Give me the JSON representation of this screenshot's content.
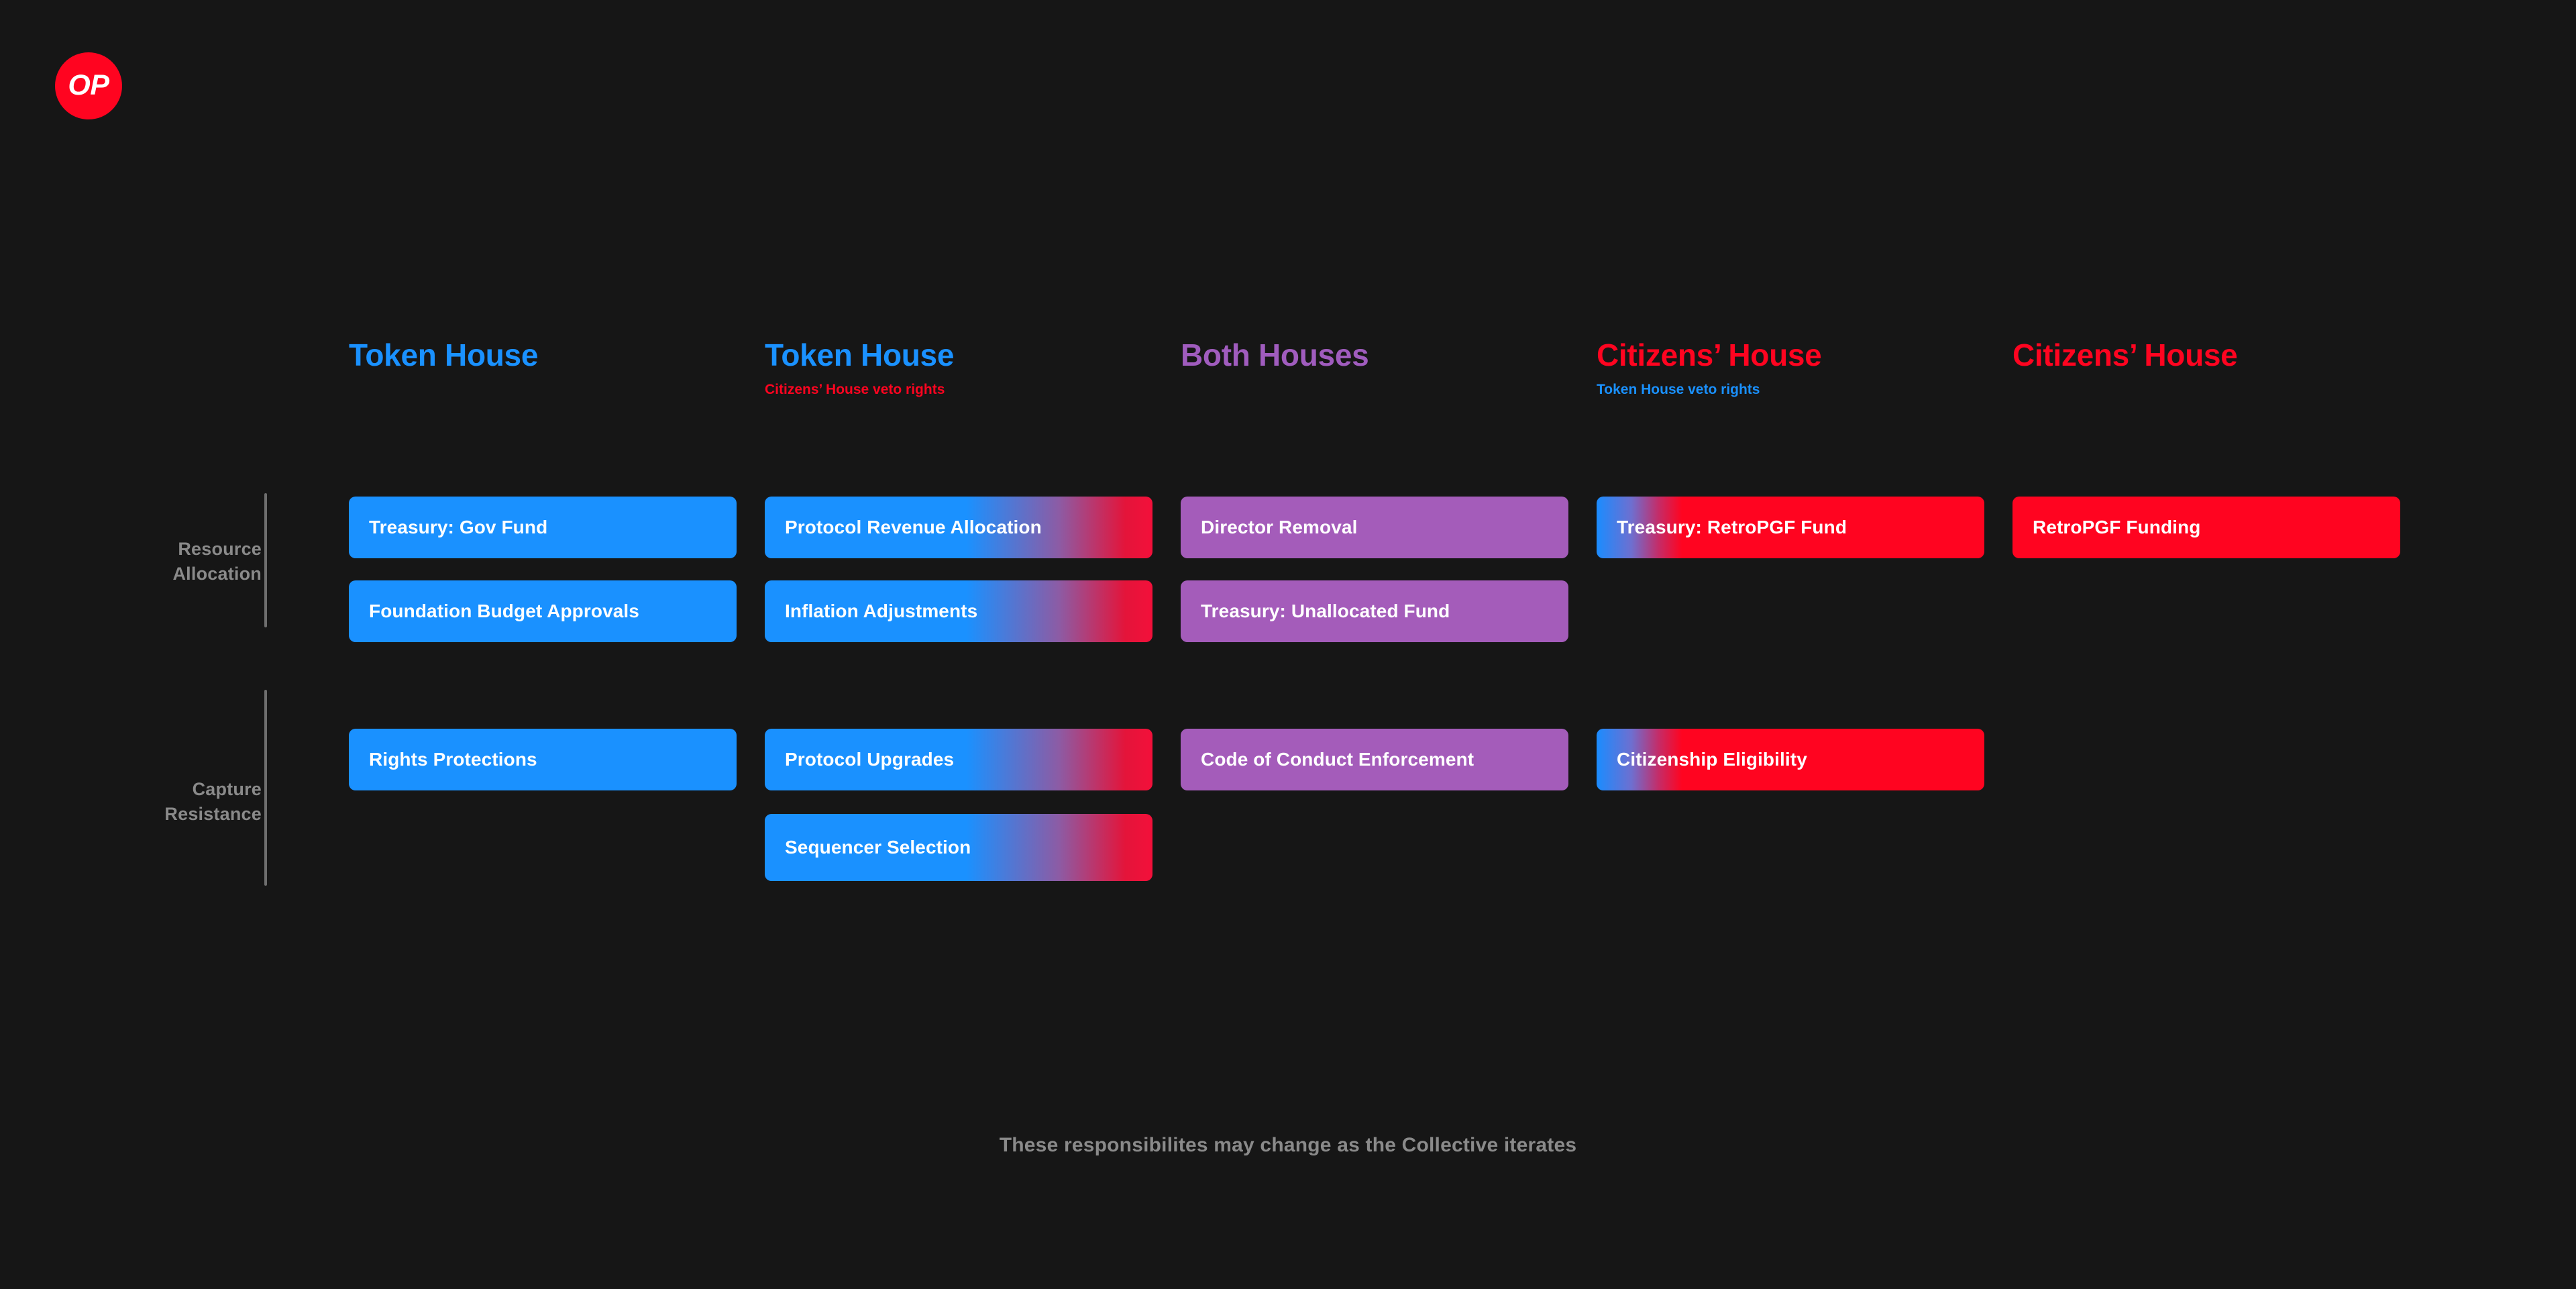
{
  "brand": {
    "logo_text": "OP",
    "logo_color": "#FF0420"
  },
  "colors": {
    "background": "#161616",
    "token_house_blue": "#1A91FF",
    "citizens_house_red": "#FF0420",
    "both_houses_purple": "#A45CBA",
    "muted_gray": "#8A8A8A",
    "rule_gray": "#6E6E6E"
  },
  "columns": [
    {
      "title": "Token House",
      "title_color": "#1A91FF",
      "subtitle": "",
      "subtitle_color": ""
    },
    {
      "title": "Token House",
      "title_color": "#1A91FF",
      "subtitle": "Citizens’ House veto rights",
      "subtitle_color": "#FF0420"
    },
    {
      "title": "Both Houses",
      "title_color": "#A45CBA",
      "subtitle": "",
      "subtitle_color": ""
    },
    {
      "title": "Citizens’ House",
      "title_color": "#FF0420",
      "subtitle": "Token House veto rights",
      "subtitle_color": "#1A91FF"
    },
    {
      "title": "Citizens’ House",
      "title_color": "#FF0420",
      "subtitle": "",
      "subtitle_color": ""
    }
  ],
  "rows": [
    {
      "label": "Resource\nAllocation",
      "line1": "Resource",
      "line2": "Allocation"
    },
    {
      "label": "Capture\nResistance",
      "line1": "Capture",
      "line2": "Resistance"
    }
  ],
  "cards": {
    "r0c0": [
      {
        "label": "Treasury: Gov Fund",
        "fill": "blue"
      },
      {
        "label": "Foundation Budget Approvals",
        "fill": "blue"
      }
    ],
    "r0c1": [
      {
        "label": "Protocol Revenue Allocation",
        "fill": "gradient-blue-red"
      },
      {
        "label": "Inflation Adjustments",
        "fill": "gradient-blue-red"
      }
    ],
    "r0c2": [
      {
        "label": "Director Removal",
        "fill": "purple"
      },
      {
        "label": "Treasury: Unallocated Fund",
        "fill": "purple"
      }
    ],
    "r0c3": [
      {
        "label": "Treasury: RetroPGF Fund",
        "fill": "gradient-red-blue-edge"
      }
    ],
    "r0c4": [
      {
        "label": "RetroPGF Funding",
        "fill": "red"
      }
    ],
    "r1c0": [
      {
        "label": "Rights Protections",
        "fill": "blue"
      }
    ],
    "r1c1": [
      {
        "label": "Protocol Upgrades",
        "fill": "gradient-blue-red"
      },
      {
        "label": "Sequencer Selection",
        "fill": "gradient-blue-red"
      }
    ],
    "r1c2": [
      {
        "label": "Code of Conduct Enforcement",
        "fill": "purple"
      }
    ],
    "r1c3": [
      {
        "label": "Citizenship Eligibility",
        "fill": "gradient-red-blue-edge"
      }
    ],
    "r1c4": []
  },
  "footer": {
    "note": "These responsibilites may change as the Collective iterates"
  }
}
